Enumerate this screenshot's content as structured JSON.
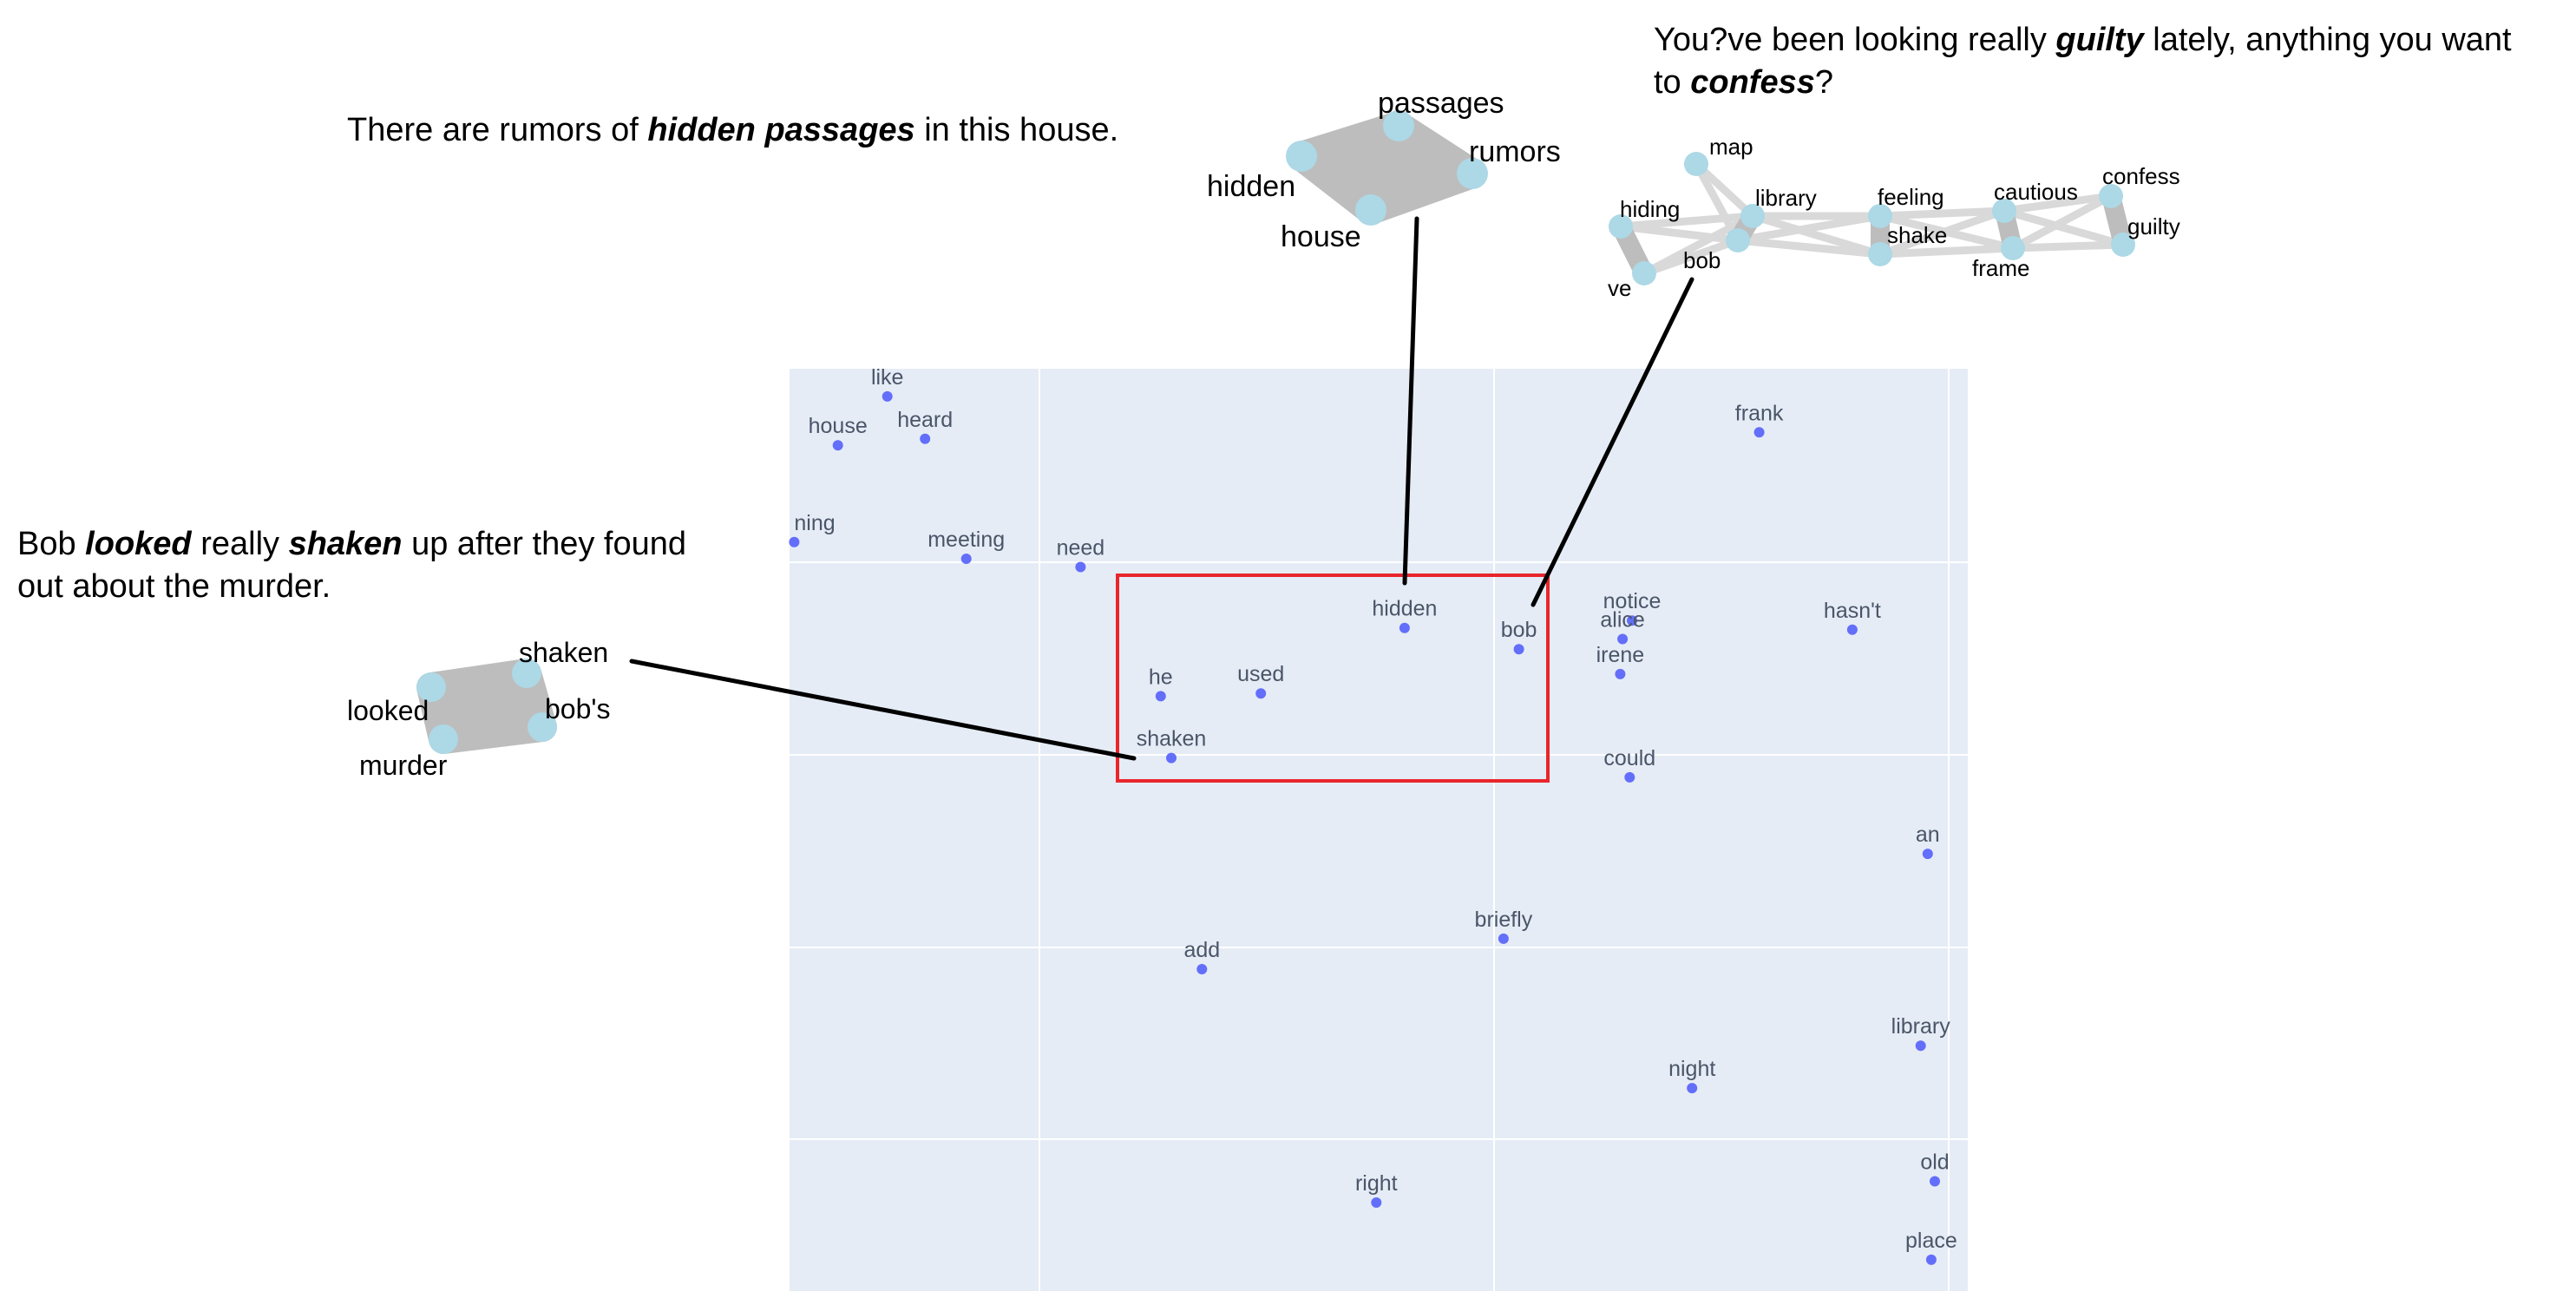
{
  "sentences": {
    "top_left": {
      "pre": "There are rumors of ",
      "em": "hidden passages",
      "post": " in this house."
    },
    "top_right": {
      "line1_pre": "You?ve been looking really ",
      "line1_em": "guilty",
      "line1_post": " lately, anything you want",
      "line2_pre": "to ",
      "line2_em": "confess",
      "line2_post": "?"
    },
    "left": {
      "line1_pre": "Bob ",
      "line1_em1": "looked",
      "line1_mid": " really ",
      "line1_em2": "shaken",
      "line1_post": " up after they found",
      "line2": "out about the murder."
    }
  },
  "graphs": {
    "hidden_passages": {
      "nodes": [
        "passages",
        "rumors",
        "hidden",
        "house"
      ]
    },
    "looked_shaken": {
      "nodes": [
        "shaken",
        "looked",
        "bob's",
        "murder"
      ]
    },
    "guilty_confess": {
      "nodes": [
        "map",
        "hiding",
        "library",
        "feeling",
        "cautious",
        "confess",
        "bob",
        "shake",
        "guilty",
        "ve",
        "frame"
      ]
    }
  },
  "colors": {
    "plot_background": "#e5ecf6",
    "gridline": "#ffffff",
    "point": "#636efa",
    "highlight_box": "#e8262b",
    "node": "#add8e6",
    "hull": "#bdbdbd",
    "edge_light": "#d9d9d9",
    "connector": "#000000"
  },
  "chart_data": {
    "type": "scatter",
    "title": "",
    "xlabel": "",
    "ylabel": "",
    "grid": true,
    "xlim": [
      0,
      100
    ],
    "ylim": [
      0,
      100
    ],
    "points": [
      {
        "label": "like",
        "x": 8.3,
        "y": 97.0
      },
      {
        "label": "house",
        "x": 4.1,
        "y": 91.7
      },
      {
        "label": "heard",
        "x": 11.5,
        "y": 92.4
      },
      {
        "label": "ning",
        "x": 0.4,
        "y": 81.2
      },
      {
        "label": "meeting",
        "x": 15.0,
        "y": 79.4
      },
      {
        "label": "need",
        "x": 24.7,
        "y": 78.5
      },
      {
        "label": "hidden",
        "x": 52.2,
        "y": 71.9
      },
      {
        "label": "bob",
        "x": 61.9,
        "y": 69.6
      },
      {
        "label": "he",
        "x": 31.5,
        "y": 64.5
      },
      {
        "label": "used",
        "x": 40.0,
        "y": 64.8
      },
      {
        "label": "shaken",
        "x": 32.4,
        "y": 57.8
      },
      {
        "label": "frank",
        "x": 82.3,
        "y": 93.1
      },
      {
        "label": "notice",
        "x": 71.5,
        "y": 72.7
      },
      {
        "label": "alice",
        "x": 70.7,
        "y": 70.7
      },
      {
        "label": "irene",
        "x": 70.5,
        "y": 66.9
      },
      {
        "label": "hasn't",
        "x": 90.2,
        "y": 71.7
      },
      {
        "label": "could",
        "x": 71.3,
        "y": 55.7
      },
      {
        "label": "an",
        "x": 96.6,
        "y": 47.4
      },
      {
        "label": "briefly",
        "x": 60.6,
        "y": 38.2
      },
      {
        "label": "add",
        "x": 35.0,
        "y": 34.9
      },
      {
        "label": "library",
        "x": 96.0,
        "y": 26.6
      },
      {
        "label": "night",
        "x": 76.6,
        "y": 22.0
      },
      {
        "label": "right",
        "x": 49.8,
        "y": 9.6
      },
      {
        "label": "old",
        "x": 97.2,
        "y": 11.9
      },
      {
        "label": "place",
        "x": 96.9,
        "y": 3.4
      }
    ]
  }
}
